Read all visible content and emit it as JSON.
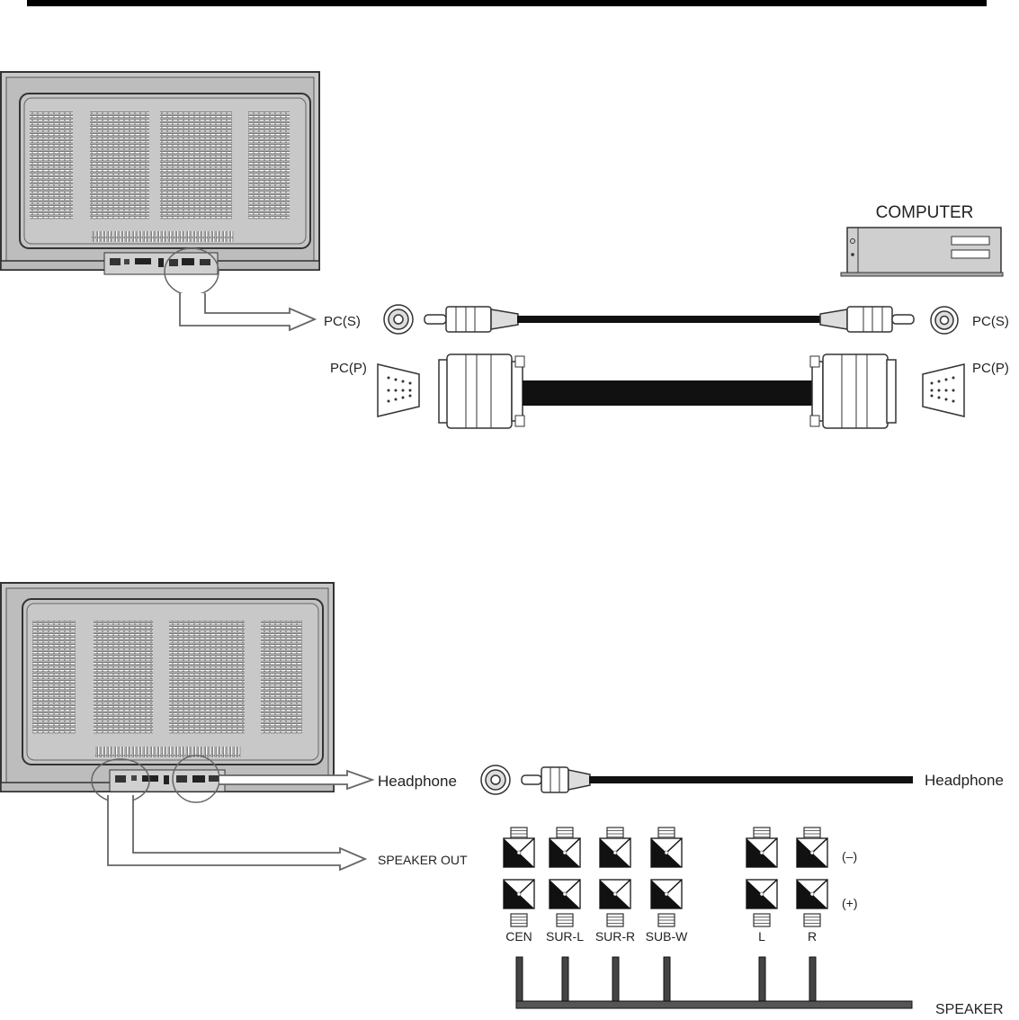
{
  "pc_section": {
    "computer_label": "COMPUTER",
    "pc_s_left": "PC(S)",
    "pc_s_right": "PC(S)",
    "pc_p_left": "PC(P)",
    "pc_p_right": "PC(P)"
  },
  "audio_section": {
    "headphone_left": "Headphone",
    "headphone_right": "Headphone",
    "speaker_out": "SPEAKER OUT",
    "minus_label": "(–)",
    "plus_label": "(+)",
    "speaker_label": "SPEAKER",
    "terminals": [
      "CEN",
      "SUR-L",
      "SUR-R",
      "SUB-W",
      "L",
      "R"
    ]
  }
}
